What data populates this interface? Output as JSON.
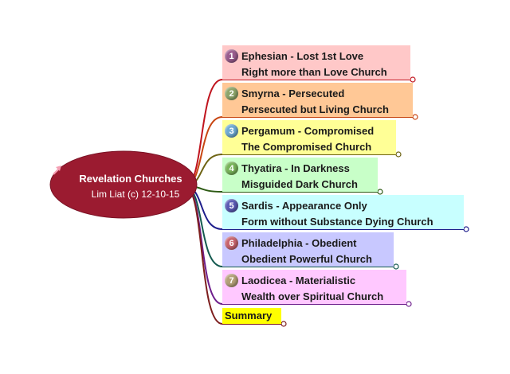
{
  "root": {
    "title": "Revelation Churches",
    "subtitle": "Lim Liat (c) 12-10-15",
    "color": "#9b1b30",
    "icon": "pink-arrow-icon"
  },
  "branches": [
    {
      "number": "1",
      "title": "Ephesian - Lost 1st Love",
      "subtitle": "Right more than Love Church",
      "bg": "#ffc8c8",
      "line": "#c0141e",
      "badge": "#9a5c8e"
    },
    {
      "number": "2",
      "title": "Smyrna - Persecuted",
      "subtitle": "Persecuted but Living Church",
      "bg": "#ffc896",
      "line": "#c84612",
      "badge": "#8ea56a"
    },
    {
      "number": "3",
      "title": "Pergamum - Compromised",
      "subtitle": "The Compromised Church",
      "bg": "#ffff96",
      "line": "#6e6414",
      "badge": "#6eaad2"
    },
    {
      "number": "4",
      "title": "Thyatira - In Darkness",
      "subtitle": "Misguided Dark Church",
      "bg": "#c8ffc8",
      "line": "#2d5a14",
      "badge": "#78b45a"
    },
    {
      "number": "5",
      "title": "Sardis - Appearance Only",
      "subtitle": "Form without Substance Dying Church",
      "bg": "#c8ffff",
      "line": "#1e1e8c",
      "badge": "#5a5ab4"
    },
    {
      "number": "6",
      "title": "Philadelphia - Obedient",
      "subtitle": "Obedient Powerful Church",
      "bg": "#c8c8ff",
      "line": "#145a50",
      "badge": "#c8646e"
    },
    {
      "number": "7",
      "title": "Laodicea - Materialistic",
      "subtitle": "Wealth over Spiritual Church",
      "bg": "#ffc8ff",
      "line": "#6e1e8c",
      "badge": "#b4a078"
    }
  ],
  "summary": {
    "label": "Summary",
    "bg": "#ffff00",
    "line": "#7d1e1e"
  }
}
